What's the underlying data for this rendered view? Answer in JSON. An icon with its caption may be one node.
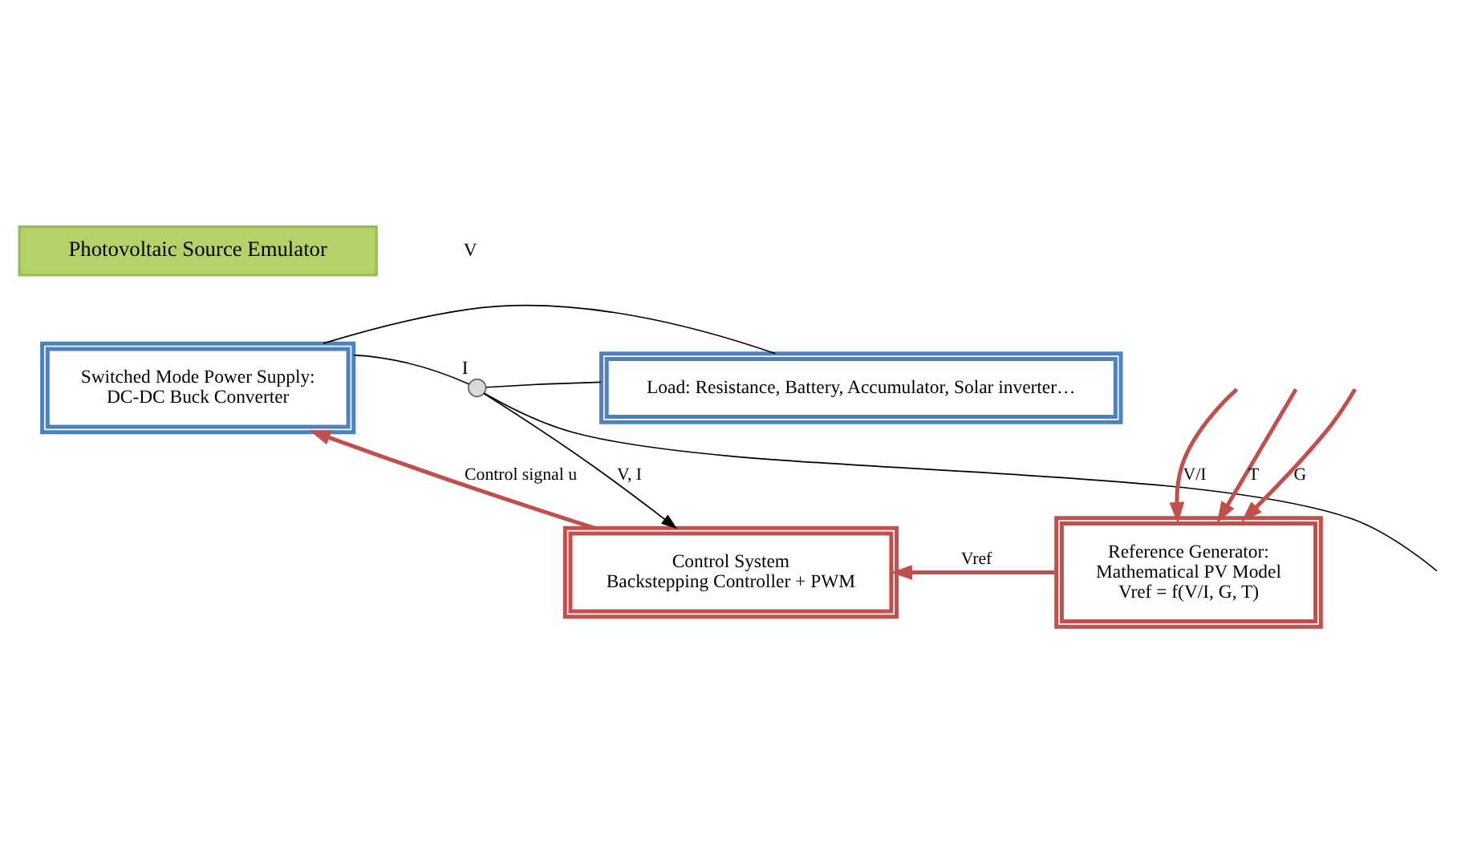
{
  "diagram": {
    "nodes": [
      {
        "text": [
          "Photovoltaic Source Emulator"
        ]
      },
      {
        "text": [
          "Switched Mode Power Supply:",
          "DC-DC Buck Converter"
        ]
      },
      {
        "text": [
          "Load: Resistance, Battery, Accumulator, Solar inverter…"
        ]
      },
      {
        "text": [],
        "shape": "circle",
        "beside": [
          "I"
        ]
      },
      {
        "text": [
          "Control System",
          "Backstepping Controller + PWM"
        ]
      },
      {
        "text": [
          "Reference Generator:",
          "Mathematical PV Model",
          "Vref = f(V/I, G, T)"
        ]
      }
    ],
    "edges": [
      {
        "from": 1,
        "to": 3,
        "arrow": "none"
      },
      {
        "from": 3,
        "to": 2,
        "arrow": "none"
      },
      {
        "from": 1,
        "to": 2,
        "arrow": "none"
      },
      {
        "from": 3,
        "to": 4,
        "arrow": "to",
        "label": "V, I"
      },
      {
        "from": 3,
        "to": null,
        "arrow": "none"
      },
      {
        "from": 4,
        "to": 1,
        "arrow": "to",
        "label": "Control signal u",
        "style": "thick",
        "color": "#c0504d"
      },
      {
        "from": 5,
        "to": 4,
        "arrow": "to",
        "label": "Vref",
        "style": "thick",
        "color": "#c0504d"
      },
      {
        "from": null,
        "to": 5,
        "arrow": "to",
        "label": "G",
        "style": "thick",
        "color": "#c0504d"
      },
      {
        "from": null,
        "to": 5,
        "arrow": "to",
        "label": "T",
        "style": "thick",
        "color": "#c0504d"
      },
      {
        "from": null,
        "to": 5,
        "arrow": "to",
        "label": "V/I",
        "style": "thick",
        "color": "#c0504d"
      }
    ],
    "labels": [
      "V"
    ]
  }
}
